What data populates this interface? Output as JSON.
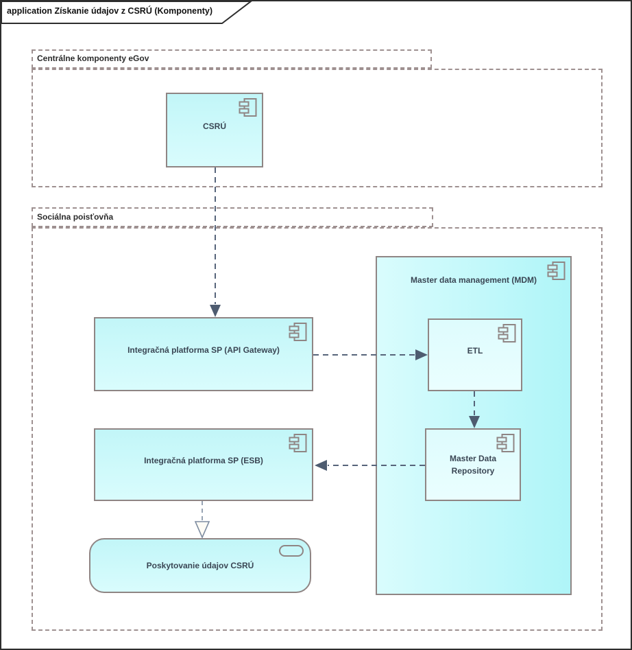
{
  "diagram": {
    "frame_title": "application Získanie údajov z CSRÚ (Komponenty)",
    "groups": [
      {
        "label": "Centrálne komponenty eGov"
      },
      {
        "label": "Sociálna poisťovňa"
      }
    ],
    "components": {
      "csru": {
        "label": "CSRÚ"
      },
      "mdm": {
        "label": "Master data management (MDM)"
      },
      "api_gateway": {
        "label": "Integračná platforma SP (API Gateway)"
      },
      "etl": {
        "label": "ETL"
      },
      "esb": {
        "label": "Integračná platforma SP (ESB)"
      },
      "mdr": {
        "label": "Master Data Repository"
      },
      "service": {
        "label": "Poskytovanie údajov CSRÚ"
      }
    },
    "relationships": [
      {
        "from": "CSRÚ",
        "to": "Integračná platforma SP (API Gateway)",
        "style": "dashed",
        "arrowhead": "filled-triangle"
      },
      {
        "from": "Integračná platforma SP (API Gateway)",
        "to": "ETL",
        "style": "dashed",
        "arrowhead": "filled-triangle"
      },
      {
        "from": "ETL",
        "to": "Master Data Repository",
        "style": "dashed",
        "arrowhead": "filled-triangle"
      },
      {
        "from": "Master Data Repository",
        "to": "Integračná platforma SP (ESB)",
        "style": "dashed",
        "arrowhead": "filled-triangle"
      },
      {
        "from": "Integračná platforma SP (ESB)",
        "to": "Poskytovanie údajov CSRÚ",
        "style": "dashed",
        "arrowhead": "hollow-triangle"
      }
    ],
    "colors": {
      "box_fill_top": "#c2f6f8",
      "box_fill_bottom": "#d9fcfd",
      "inner_box_fill": "#defcfd",
      "box_border": "#8f8584",
      "group_border": "#9e9090",
      "connector": "#56647a",
      "arrowhead_fill": "#4e5c70",
      "frame_border": "#2e2e2e",
      "label_text": "#3a4654"
    }
  }
}
